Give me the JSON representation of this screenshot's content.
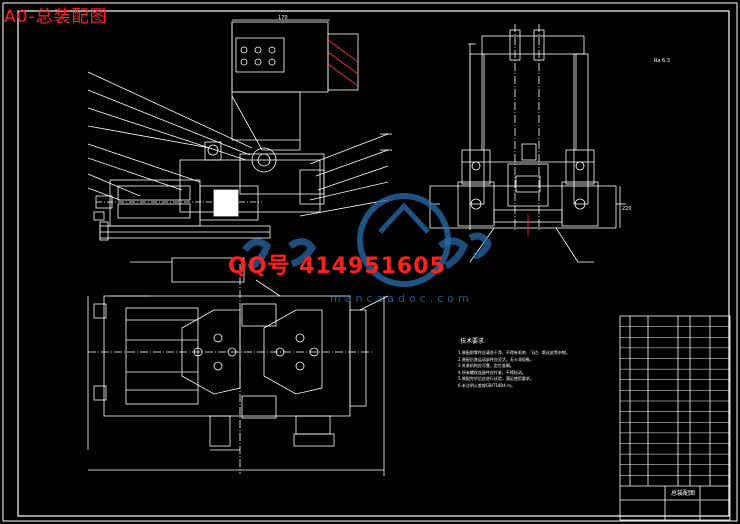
{
  "drawing": {
    "title": "A0-总装配图",
    "watermark_contact": "QQ号 414951605",
    "watermark_site": "mancaadoc.com"
  },
  "technical_requirements": {
    "heading": "技术要求",
    "lines": [
      "1.装配前零件应清洗干净，不得有毛刺、飞边、氧化皮等杂物。",
      "2.装配后各运动部件应灵活，无卡滞现象。",
      "3.夹紧机构应可靠，定位准确。",
      "4.所有螺纹连接件应拧紧，不得松动。",
      "5.装配完毕后应进行试验，满足使用要求。",
      "6.未注明公差按GB/T1804-m。"
    ]
  },
  "dimensions": {
    "top_width": "170",
    "right_height": "220",
    "small_note": "Ra 6.3"
  },
  "title_block": {
    "drawing_name": "总装配图",
    "rows": 16
  },
  "colors": {
    "background": "#000000",
    "lines": "#ffffff",
    "title": "#ff2020",
    "watermark": "#2a6fb0"
  }
}
